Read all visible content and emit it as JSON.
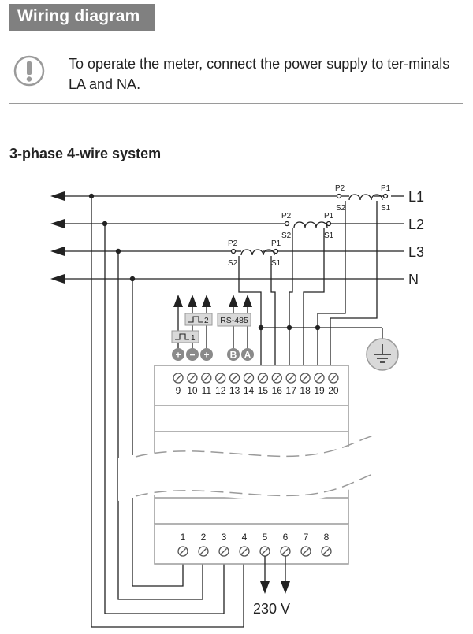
{
  "header": {
    "title": "Wiring diagram"
  },
  "note": {
    "icon": "exclamation-icon",
    "text": "To operate the meter, connect the power supply to ter-minals LA and NA."
  },
  "section": {
    "title": "3-phase 4-wire system"
  },
  "lines": {
    "l1": "L1",
    "l2": "L2",
    "l3": "L3",
    "n": "N"
  },
  "ct": {
    "p2": "P2",
    "p1": "P1",
    "s2": "S2",
    "s1": "S1"
  },
  "terminals_top": [
    "9",
    "10",
    "11",
    "12",
    "13",
    "14",
    "15",
    "16",
    "17",
    "18",
    "19",
    "20"
  ],
  "terminals_bottom": [
    "1",
    "2",
    "3",
    "4",
    "5",
    "6",
    "7",
    "8"
  ],
  "pulse": {
    "out1": "1",
    "out2": "2",
    "minus": "−",
    "plus": "+"
  },
  "rs485": {
    "label": "RS-485",
    "b": "B",
    "a": "A"
  },
  "supply": {
    "label": "230 V"
  },
  "icons": {
    "ground": "ground-icon"
  }
}
